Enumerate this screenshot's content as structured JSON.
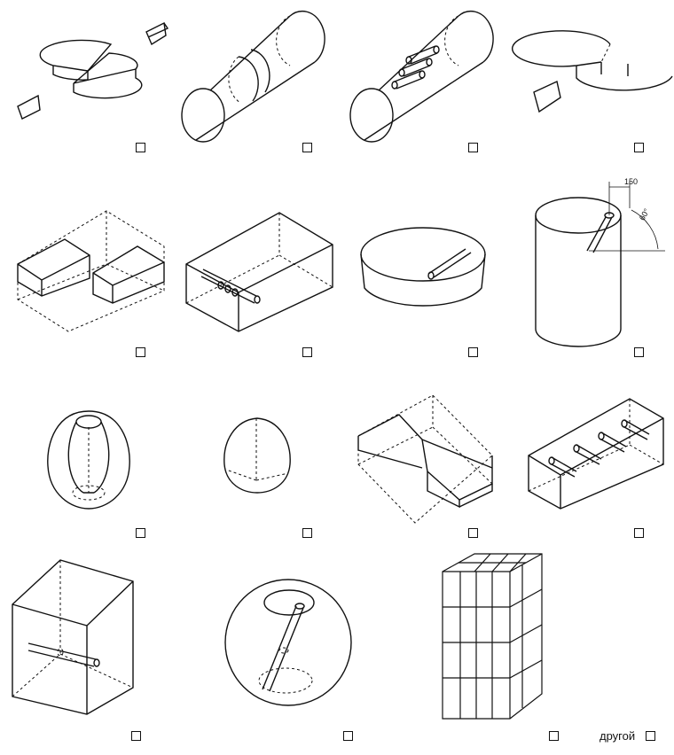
{
  "shapes": [
    {
      "icon": "split-disc-with-wedges-icon"
    },
    {
      "icon": "cylinder-with-ring-cut-icon"
    },
    {
      "icon": "cylinder-with-three-holes-icon"
    },
    {
      "icon": "disc-with-wedge-removed-icon"
    },
    {
      "icon": "block-with-two-bars-icon"
    },
    {
      "icon": "block-with-drilled-hole-icon"
    },
    {
      "icon": "disc-with-hole-icon"
    },
    {
      "icon": "cylinder-with-angled-hole-icon"
    },
    {
      "icon": "egg-with-cutaway-icon"
    },
    {
      "icon": "egg-shape-icon"
    },
    {
      "icon": "block-with-stepped-cut-icon"
    },
    {
      "icon": "block-with-four-holes-icon"
    },
    {
      "icon": "cube-with-hole-icon"
    },
    {
      "icon": "sphere-with-hole-icon"
    },
    {
      "icon": "stacked-block-column-icon"
    }
  ],
  "dimension": {
    "distance": "150",
    "angle": "60°"
  },
  "other_option": {
    "label": "другой",
    "checked": false
  }
}
